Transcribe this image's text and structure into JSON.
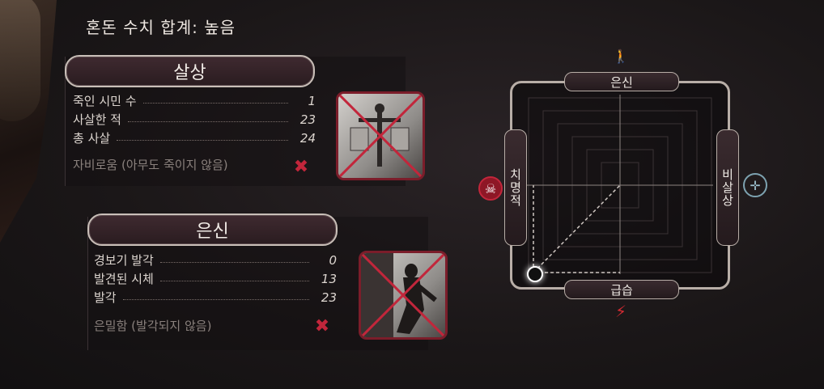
{
  "header": {
    "title": "혼돈 수치 합계: 높음"
  },
  "casualties": {
    "title": "살상",
    "rows": [
      {
        "label": "죽인 시민 수",
        "value": "1"
      },
      {
        "label": "사살한 적",
        "value": "23"
      },
      {
        "label": "총 사살",
        "value": "24"
      }
    ],
    "achievement": "자비로움 (아무도 죽이지 않음)",
    "achievement_status": "failed",
    "image_icon": "justice-scales-image"
  },
  "stealth": {
    "title": "은신",
    "rows": [
      {
        "label": "경보기 발각",
        "value": "0"
      },
      {
        "label": "발견된 시체",
        "value": "13"
      },
      {
        "label": "발각",
        "value": "23"
      }
    ],
    "achievement": "은밀함 (발각되지 않음)",
    "achievement_status": "failed",
    "image_icon": "assassin-running-image"
  },
  "playstyle_graph": {
    "top_label": "은신",
    "bottom_label": "급습",
    "left_label": "치명적",
    "right_label": "비살상",
    "top_icon": "sneaking-figure-icon",
    "left_icon": "skull-icon",
    "right_icon": "crosshair-icon",
    "bottom_icon": "lightning-strike-icon",
    "position": {
      "stealth_to_assault": 1.0,
      "lethal_to_nonlethal": 0.0
    }
  },
  "colors": {
    "accent_red": "#c2263b",
    "frame": "#b8aea7",
    "text": "#e8e2dd"
  }
}
